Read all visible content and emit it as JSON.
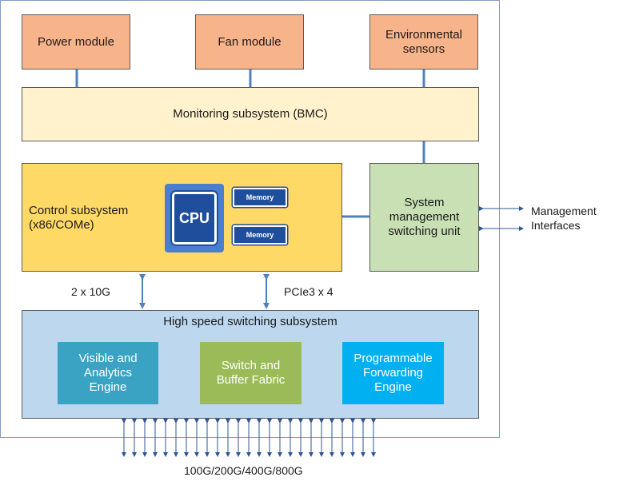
{
  "modules": {
    "power": "Power module",
    "fan": "Fan module",
    "env_line1": "Environmental",
    "env_line2": "sensors"
  },
  "bmc": {
    "label": "Monitoring subsystem (BMC)"
  },
  "control": {
    "line1": "Control subsystem",
    "line2": "(x86/COMe)",
    "cpu": "CPU",
    "memory_1": "Memory",
    "memory_2": "Memory"
  },
  "mgmt_switch": {
    "line1": "System",
    "line2": "management",
    "line3": "switching unit"
  },
  "mgmt_interfaces": {
    "line1": "Management",
    "line2": "Interfaces"
  },
  "links": {
    "left": "2 x 10G",
    "right": "PCIe3 x 4"
  },
  "high_speed": {
    "title": "High speed switching subsystem",
    "engine_1": {
      "line1": "Visible and",
      "line2": "Analytics",
      "line3": "Engine",
      "color": "#3aa3c4"
    },
    "engine_2": {
      "line1": "Switch and",
      "line2": "Buffer Fabric",
      "color": "#9bbb59"
    },
    "engine_3": {
      "line1": "Programmable",
      "line2": "Forwarding",
      "line3": "Engine",
      "color": "#00b0f0"
    }
  },
  "ports": {
    "label": "100G/200G/400G/800G"
  }
}
